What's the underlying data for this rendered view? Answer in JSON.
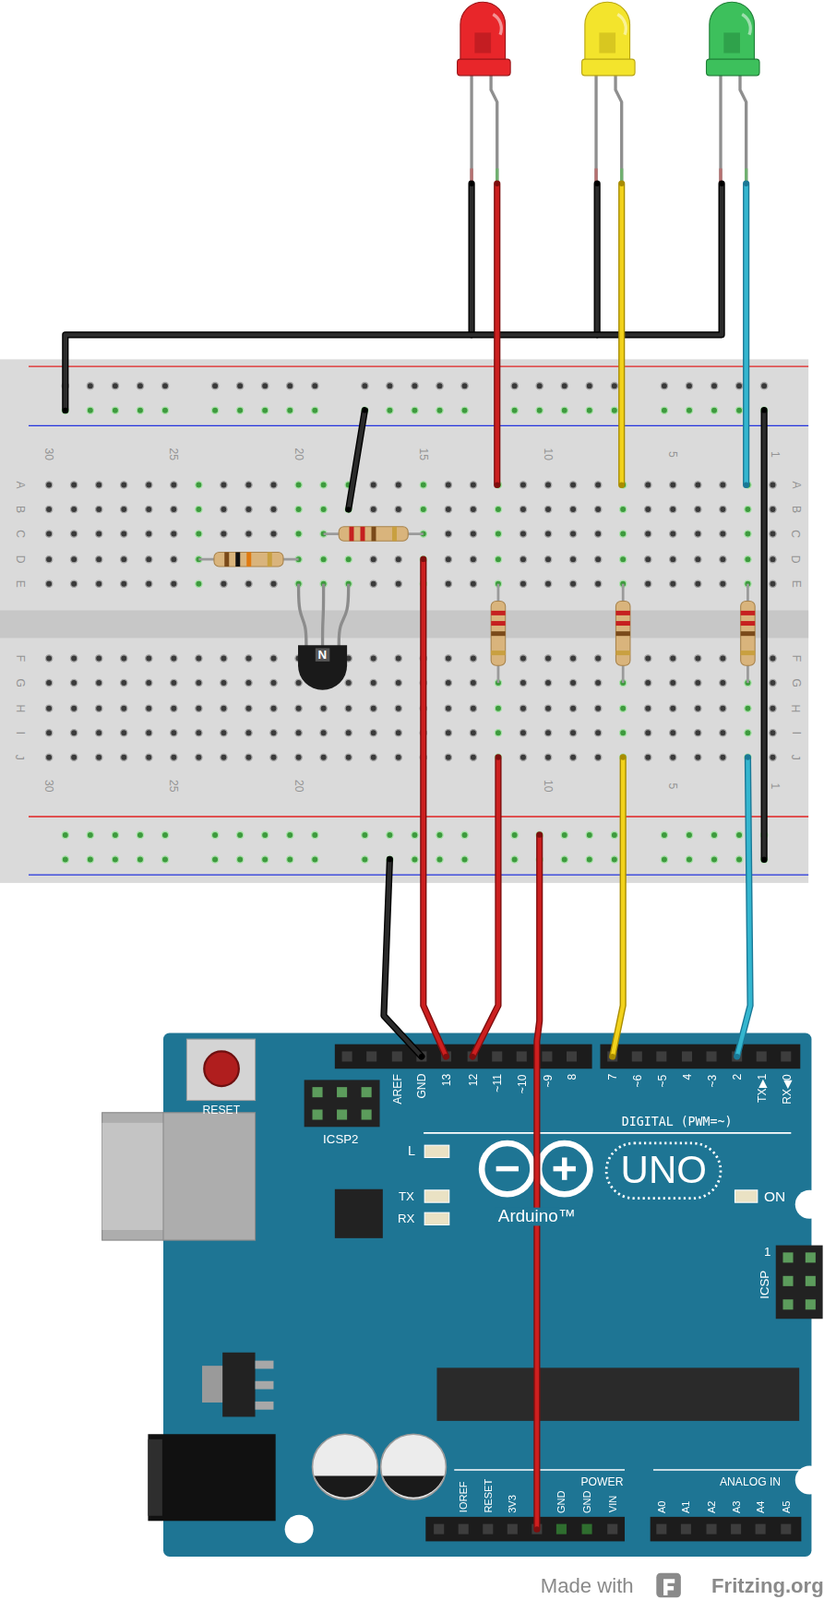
{
  "diagram": {
    "labels": [
      "30",
      "25",
      "20",
      "15",
      "10",
      "5",
      "1",
      "A",
      "A",
      "B",
      "B",
      "C",
      "C",
      "D",
      "D",
      "E",
      "E",
      "F",
      "F",
      "G",
      "G",
      "H",
      "H",
      "I",
      "I",
      "J",
      "J",
      "30",
      "25",
      "20",
      "10",
      "5",
      "1",
      "N",
      "RESET",
      "ICSP2",
      "AREF",
      "GND",
      "13",
      "12",
      "~11",
      "~10",
      "~9",
      "8",
      "7",
      "~6",
      "~5",
      "4",
      "~3",
      "2",
      "TX▶1",
      "RX◀0",
      "DIGITAL (PWM=~)",
      "L",
      "TX",
      "RX",
      "UNO",
      "Arduino™",
      "ON",
      "1",
      "ICSP",
      "IOREF",
      "RESET",
      "3V3",
      "GND",
      "GND",
      "VIN",
      "POWER",
      "ANALOG IN",
      "A0",
      "A1",
      "A2",
      "A3",
      "A4",
      "A5",
      "Made with",
      "Fritzing.org"
    ]
  }
}
